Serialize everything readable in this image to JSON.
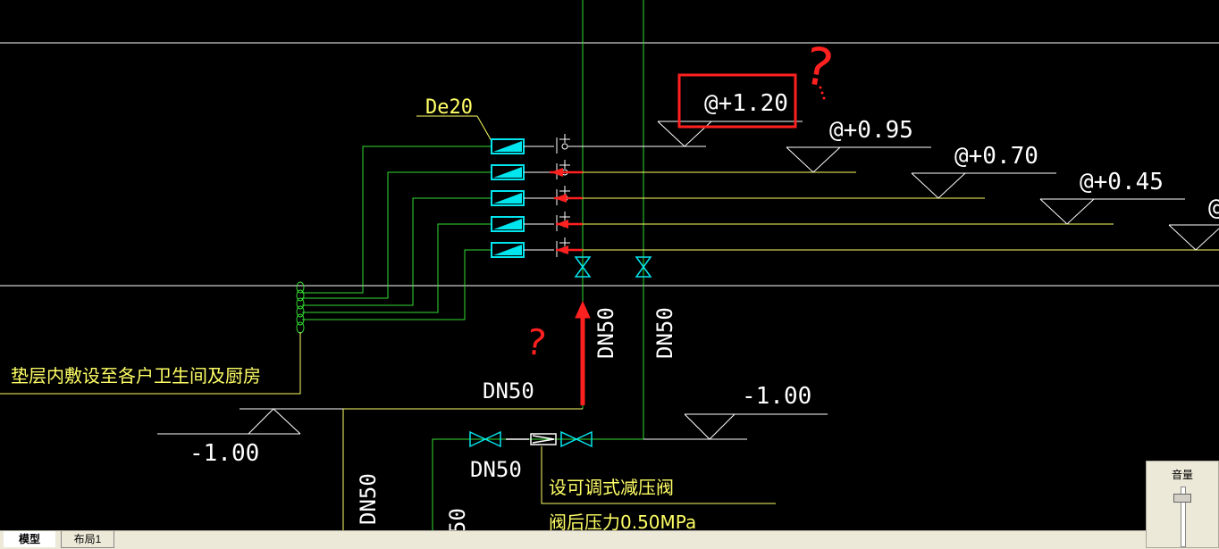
{
  "drawing": {
    "pipe_spec": "De20",
    "note_lines": [
      "垫层内敷设至各户卫生间及厨房"
    ],
    "elevations": [
      "@+1.20",
      "@+0.95",
      "@+0.70",
      "@+0.45",
      "@"
    ],
    "level_left": "-1.00",
    "level_right": "-1.00",
    "pipe_dn_labels": [
      "DN50",
      "DN50",
      "DN50",
      "DN50",
      "DN50",
      "50"
    ],
    "valve_note": "设可调式减压阀",
    "valve_note2": "阀后压力0.50MPa",
    "annotation_marks": [
      "?",
      "?"
    ],
    "colors": {
      "background": "#000000",
      "yellow": "#ffff66",
      "green": "#33dd33",
      "cyan": "#00e5ee",
      "white": "#ffffff",
      "red": "#ff2020"
    }
  },
  "layout_tabs": {
    "model": "模型",
    "layout1": "布局1"
  },
  "volume": {
    "label": "音量",
    "level_percent": 85
  }
}
